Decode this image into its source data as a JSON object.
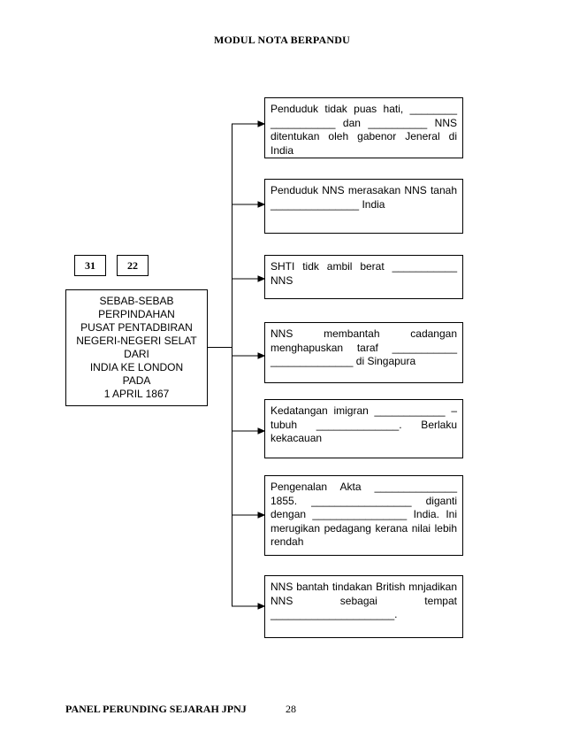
{
  "header": {
    "title": "MODUL NOTA BERPANDU"
  },
  "numbers": {
    "left": "31",
    "right": "22"
  },
  "main": {
    "lines": [
      "SEBAB-SEBAB",
      "PERPINDAHAN",
      "PUSAT PENTADBIRAN",
      "NEGERI-NEGERI SELAT",
      "DARI",
      "INDIA KE LONDON",
      "PADA",
      "1 APRIL 1867"
    ]
  },
  "causes": [
    "Penduduk tidak puas hati, ________ ___________ dan __________ NNS ditentukan oleh gabenor Jeneral di India",
    "Penduduk NNS merasakan NNS tanah _______________ India",
    "SHTI tidk ambil berat ___________ NNS",
    "NNS membantah cadangan menghapuskan taraf ___________ ______________ di Singapura",
    "Kedatangan imigran ____________ – tubuh ______________. Berlaku kekacauan",
    "Pengenalan Akta ______________ 1855. _________________ diganti dengan ________________ India. Ini merugikan pedagang kerana nilai lebih rendah",
    "NNS bantah tindakan British mnjadikan NNS sebagai tempat _____________________."
  ],
  "footer": {
    "left": "PANEL PERUNDING SEJARAH JPNJ",
    "page": "28"
  }
}
